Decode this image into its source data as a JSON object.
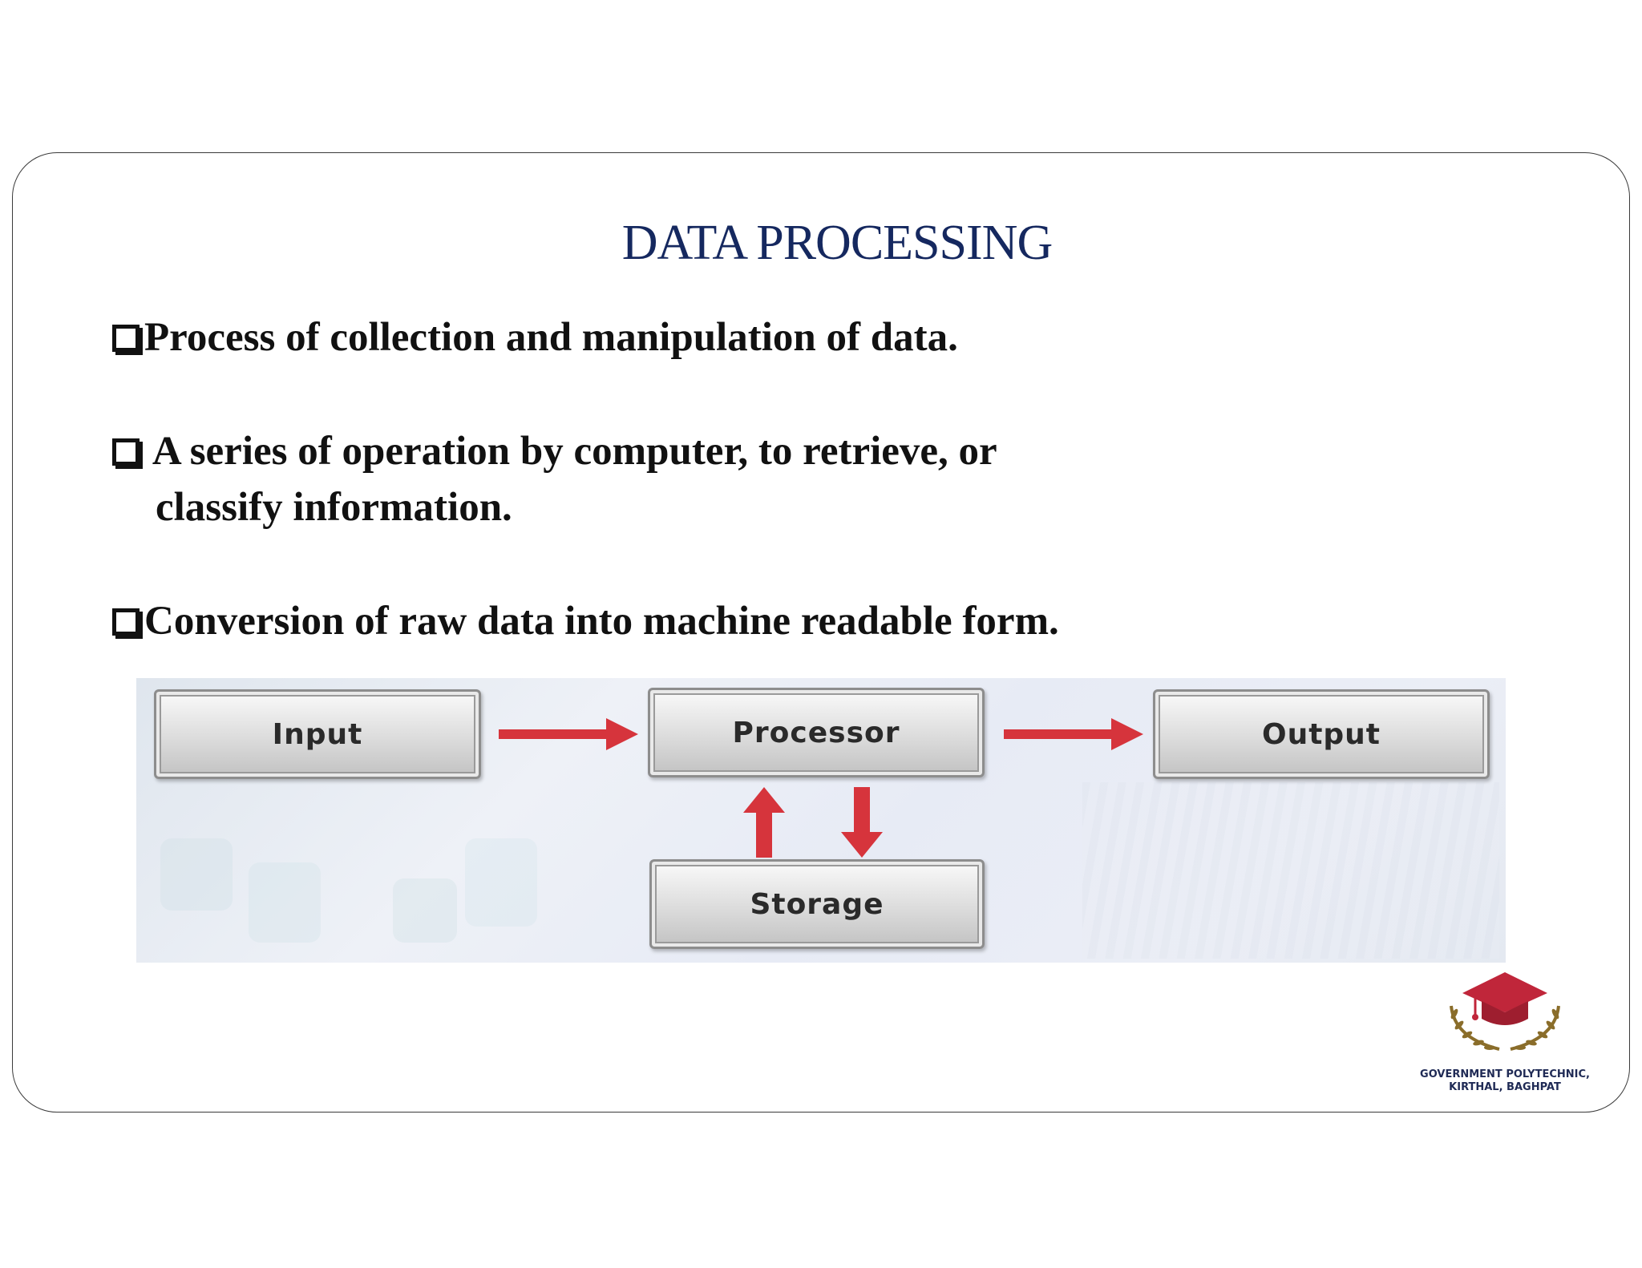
{
  "slide": {
    "title": "DATA PROCESSING",
    "bullets": [
      {
        "text": "Process of  collection and manipulation of data."
      },
      {
        "line1": " A series of operation by computer, to retrieve, or",
        "line2": "classify information."
      },
      {
        "text": "Conversion of raw data into machine readable  form."
      }
    ]
  },
  "diagram": {
    "nodes": {
      "input": "Input",
      "processor": "Processor",
      "output": "Output",
      "storage": "Storage"
    },
    "arrow_color": "#d6343c"
  },
  "logo": {
    "line1": "GOVERNMENT POLYTECHNIC,",
    "line2": "KIRTHAL, BAGHPAT",
    "cap_color": "#c0263a",
    "laurel_color": "#8a6d2a"
  }
}
